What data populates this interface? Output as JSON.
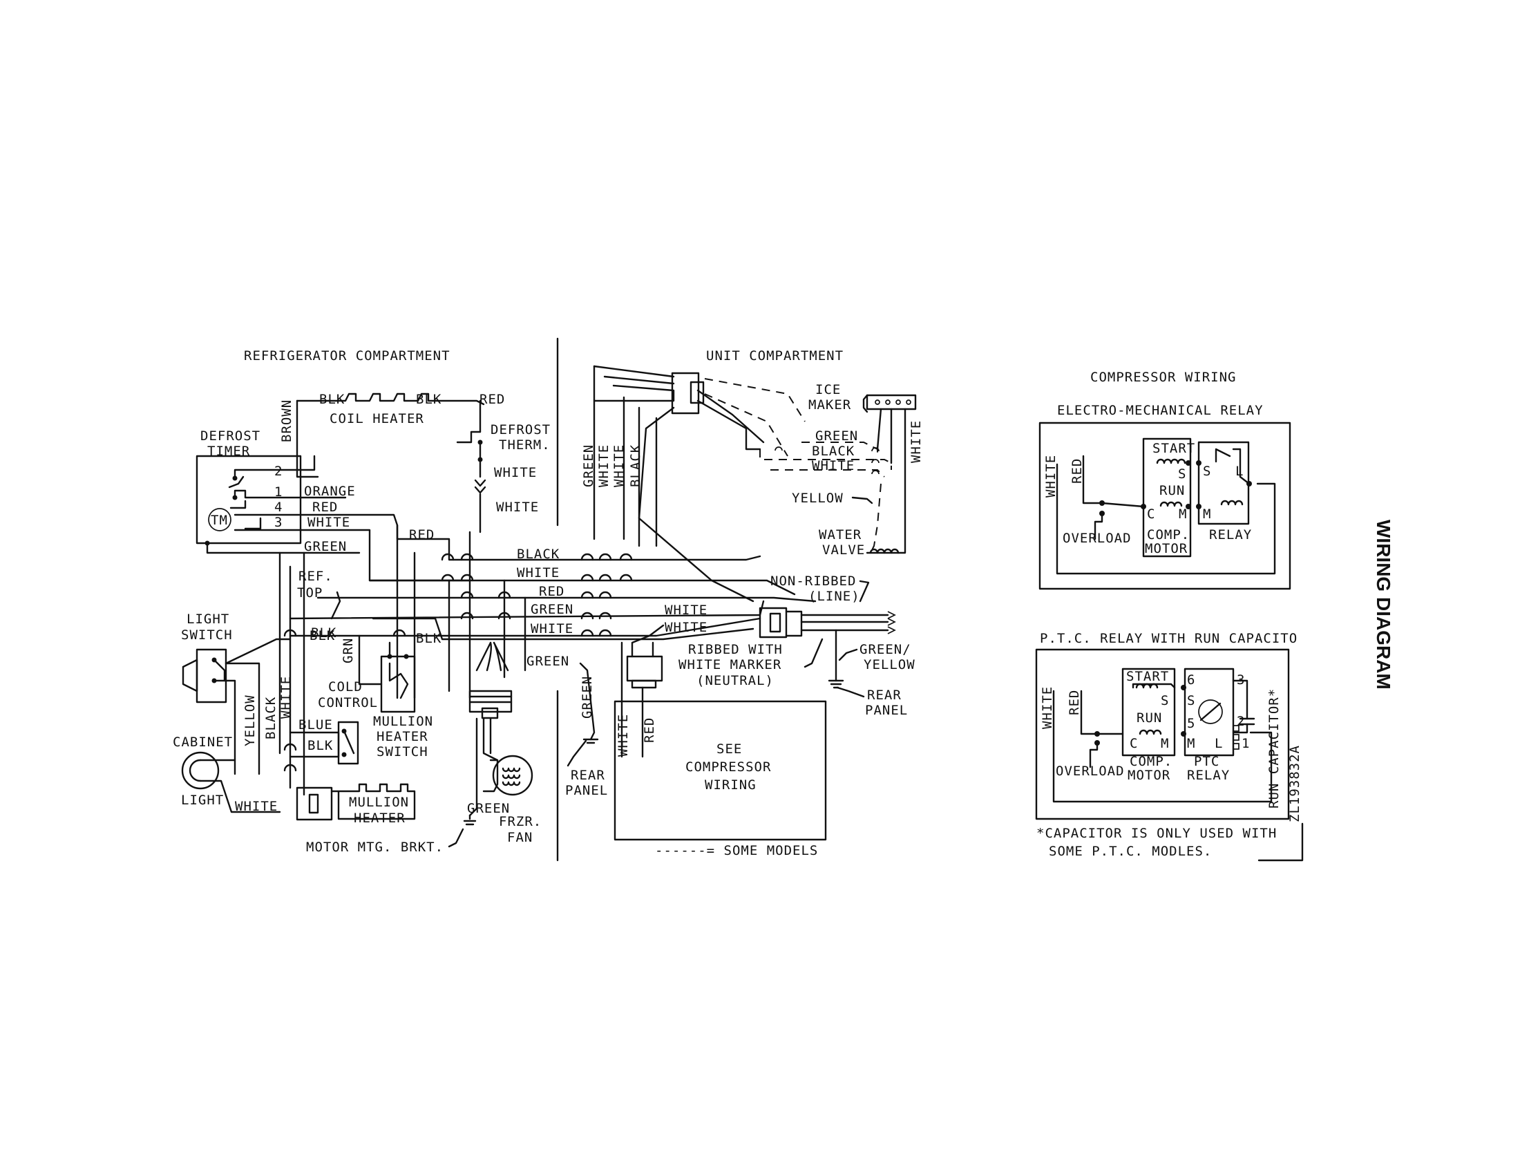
{
  "title": "WIRING DIAGRAM",
  "part_number": "ZL193832A",
  "sections": {
    "refrigerator": "REFRIGERATOR COMPARTMENT",
    "unit": "UNIT COMPARTMENT",
    "compressor_wiring": "COMPRESSOR WIRING"
  },
  "components": {
    "coil_heater": "COIL HEATER",
    "defrost_timer": [
      "DEFROST",
      "TIMER"
    ],
    "timer_motor": "TM",
    "defrost_therm": [
      "DEFROST",
      "THERM."
    ],
    "light_switch": [
      "LIGHT",
      "SWITCH"
    ],
    "cabinet_light": [
      "CABINET",
      "LIGHT"
    ],
    "ref_top": [
      "REF.",
      "TOP"
    ],
    "cold_control": [
      "COLD",
      "CONTROL"
    ],
    "mullion_heater_switch": [
      "MULLION",
      "HEATER",
      "SWITCH"
    ],
    "mullion_heater": [
      "MULLION",
      "HEATER"
    ],
    "motor_mtg_brkt": "MOTOR MTG. BRKT.",
    "frzr_fan": [
      "FRZR.",
      "FAN"
    ],
    "rear_panel": [
      "REAR",
      "PANEL"
    ],
    "ice_maker": [
      "ICE",
      "MAKER"
    ],
    "water_valve": [
      "WATER",
      "VALVE"
    ],
    "non_ribbed": [
      "NON-RIBBED",
      "(LINE)"
    ],
    "ribbed": [
      "RIBBED WITH",
      "WHITE MARKER",
      "(NEUTRAL)"
    ],
    "green_yellow": [
      "GREEN/",
      "YELLOW"
    ],
    "see_compressor": [
      "SEE",
      "COMPRESSOR",
      "WIRING"
    ],
    "some_models": "------= SOME MODELS"
  },
  "wires": {
    "blk": "BLK",
    "red": "RED",
    "brown": "BROWN",
    "white": "WHITE",
    "black": "BLACK",
    "green": "GREEN",
    "yellow": "YELLOW",
    "orange": "ORANGE",
    "grn": "GRN",
    "blue": "BLUE"
  },
  "terminals": {
    "t1": "1",
    "t2": "2",
    "t3": "3",
    "t4": "4"
  },
  "emr": {
    "title": "ELECTRO-MECHANICAL RELAY",
    "start": "START",
    "run": "RUN",
    "s": "S",
    "m": "M",
    "c": "C",
    "l": "L",
    "overload": "OVERLOAD",
    "comp_motor": [
      "COMP.",
      "MOTOR"
    ],
    "relay": "RELAY"
  },
  "ptc": {
    "title": "P.T.C. RELAY WITH RUN CAPACITO",
    "start": "START",
    "run": "RUN",
    "s": "S",
    "m": "M",
    "c": "C",
    "l": "L",
    "n6": "6",
    "n5": "5",
    "n3": "3",
    "n2": "2",
    "n1": "1",
    "overload": "OVERLOAD",
    "comp_motor": [
      "COMP.",
      "MOTOR"
    ],
    "ptc_relay": [
      "PTC",
      "RELAY"
    ],
    "run_capacitor": "RUN CAPACITOR*"
  },
  "footnote": [
    "*CAPACITOR IS ONLY USED WITH",
    "SOME P.T.C. MODLES."
  ]
}
